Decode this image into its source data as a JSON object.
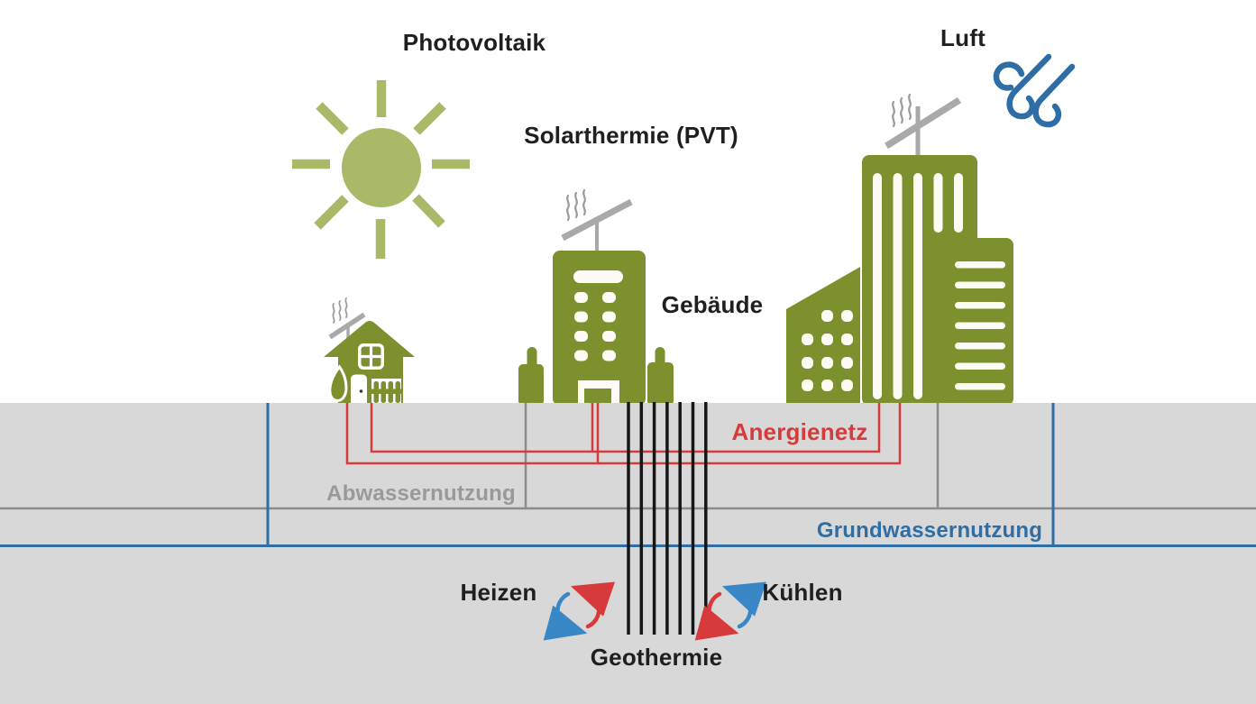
{
  "diagram": {
    "labels": {
      "photovoltaik": "Photovoltaik",
      "solarthermie": "Solarthermie (PVT)",
      "luft": "Luft",
      "gebaeude": "Gebäude",
      "anergienetz": "Anergienetz",
      "abwassernutzung": "Abwassernutzung",
      "grundwassernutzung": "Grundwassernutzung",
      "heizen": "Heizen",
      "kuehlen": "Kühlen",
      "geothermie": "Geothermie"
    },
    "colors": {
      "building_green": "#7c902e",
      "sun_green": "#a8ba67",
      "panel_gray": "#a9a9a9",
      "ground_gray": "#d8d8d8",
      "network_red": "#d63a3a",
      "water_blue": "#2e6da6",
      "sewage_line_gray": "#8c8c8c",
      "geothermal_black": "#161616",
      "cooling_blue": "#3a87c8",
      "text_dark": "#1f1f1f"
    },
    "icons": [
      "sun-icon",
      "wind-icon",
      "house-icon",
      "apartment-building-icon",
      "office-complex-icon",
      "solar-panel-icon",
      "steam-icon",
      "heating-cycle-icon",
      "cooling-cycle-icon",
      "borehole-lines-icon"
    ]
  }
}
